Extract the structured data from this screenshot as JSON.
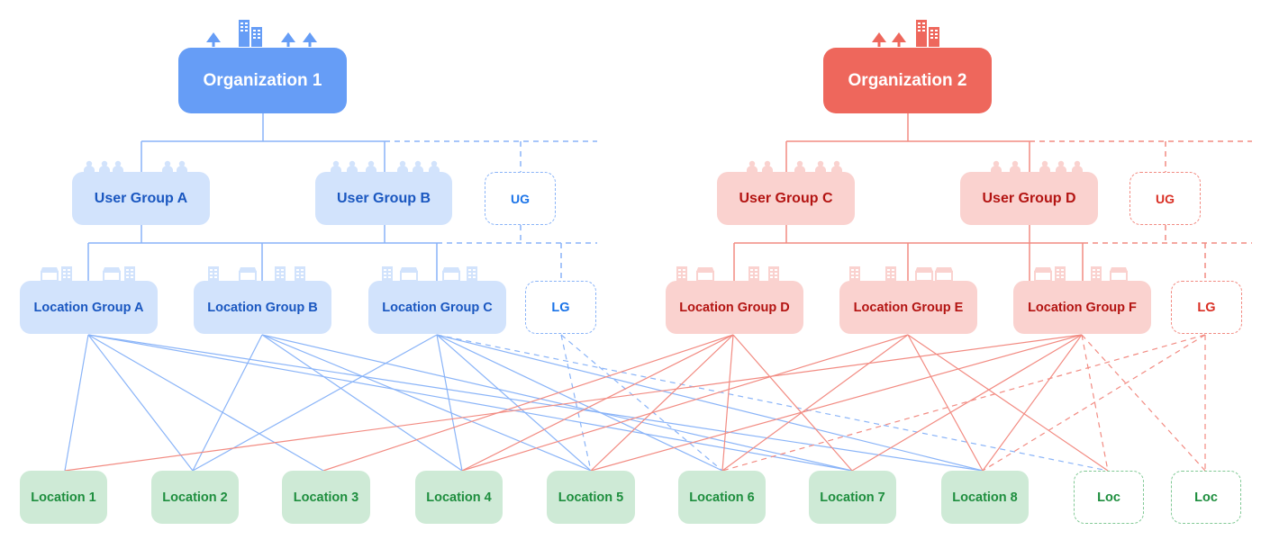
{
  "colors": {
    "org1": "#669df6",
    "org2": "#ee675c",
    "blue_line": "#8ab4f8",
    "red_line": "#f28b82",
    "location_fill": "#ceead6"
  },
  "organizations": [
    {
      "id": "org1",
      "label": "Organization 1"
    },
    {
      "id": "org2",
      "label": "Organization 2"
    }
  ],
  "user_groups": [
    {
      "id": "uga",
      "label": "User Group A"
    },
    {
      "id": "ugb",
      "label": "User Group B"
    },
    {
      "id": "ugx1",
      "label": "UG"
    },
    {
      "id": "ugc",
      "label": "User Group C"
    },
    {
      "id": "ugd",
      "label": "User Group D"
    },
    {
      "id": "ugx2",
      "label": "UG"
    }
  ],
  "location_groups": [
    {
      "id": "lga",
      "label": "Location Group A"
    },
    {
      "id": "lgb",
      "label": "Location Group B"
    },
    {
      "id": "lgc",
      "label": "Location Group C"
    },
    {
      "id": "lgx1",
      "label": "LG"
    },
    {
      "id": "lgd",
      "label": "Location Group D"
    },
    {
      "id": "lge",
      "label": "Location Group E"
    },
    {
      "id": "lgf",
      "label": "Location Group F"
    },
    {
      "id": "lgx2",
      "label": "LG"
    }
  ],
  "locations": [
    {
      "id": "l1",
      "label": "Location 1"
    },
    {
      "id": "l2",
      "label": "Location 2"
    },
    {
      "id": "l3",
      "label": "Location 3"
    },
    {
      "id": "l4",
      "label": "Location 4"
    },
    {
      "id": "l5",
      "label": "Location 5"
    },
    {
      "id": "l6",
      "label": "Location 6"
    },
    {
      "id": "l7",
      "label": "Location 7"
    },
    {
      "id": "l8",
      "label": "Location 8"
    },
    {
      "id": "lx1",
      "label": "Loc"
    },
    {
      "id": "lx2",
      "label": "Loc"
    }
  ],
  "edges": [
    {
      "from": "lga",
      "to": "l1",
      "org": "blue"
    },
    {
      "from": "lga",
      "to": "l2",
      "org": "blue"
    },
    {
      "from": "lga",
      "to": "l3",
      "org": "blue"
    },
    {
      "from": "lga",
      "to": "l7",
      "org": "blue"
    },
    {
      "from": "lga",
      "to": "l8",
      "org": "blue"
    },
    {
      "from": "lgb",
      "to": "l2",
      "org": "blue"
    },
    {
      "from": "lgb",
      "to": "l4",
      "org": "blue"
    },
    {
      "from": "lgb",
      "to": "l5",
      "org": "blue"
    },
    {
      "from": "lgb",
      "to": "l7",
      "org": "blue"
    },
    {
      "from": "lgc",
      "to": "l2",
      "org": "blue"
    },
    {
      "from": "lgc",
      "to": "l4",
      "org": "blue"
    },
    {
      "from": "lgc",
      "to": "l5",
      "org": "blue"
    },
    {
      "from": "lgc",
      "to": "l6",
      "org": "blue"
    },
    {
      "from": "lgc",
      "to": "l8",
      "org": "blue"
    },
    {
      "from": "lgc",
      "to": "lx1",
      "org": "blue",
      "dashed": true
    },
    {
      "from": "lgx1",
      "to": "l5",
      "org": "blue",
      "dashed": true
    },
    {
      "from": "lgx1",
      "to": "l6",
      "org": "blue",
      "dashed": true
    },
    {
      "from": "lgd",
      "to": "l3",
      "org": "red"
    },
    {
      "from": "lgd",
      "to": "l4",
      "org": "red"
    },
    {
      "from": "lgd",
      "to": "l5",
      "org": "red"
    },
    {
      "from": "lgd",
      "to": "l6",
      "org": "red"
    },
    {
      "from": "lgd",
      "to": "l7",
      "org": "red"
    },
    {
      "from": "lge",
      "to": "l4",
      "org": "red"
    },
    {
      "from": "lge",
      "to": "l6",
      "org": "red"
    },
    {
      "from": "lge",
      "to": "l8",
      "org": "red"
    },
    {
      "from": "lge",
      "to": "lx1",
      "org": "red"
    },
    {
      "from": "lgf",
      "to": "l1",
      "org": "red"
    },
    {
      "from": "lgf",
      "to": "l5",
      "org": "red"
    },
    {
      "from": "lgf",
      "to": "l7",
      "org": "red"
    },
    {
      "from": "lgf",
      "to": "l8",
      "org": "red"
    },
    {
      "from": "lgf",
      "to": "lx1",
      "org": "red",
      "dashed": true
    },
    {
      "from": "lgf",
      "to": "lx2",
      "org": "red",
      "dashed": true
    },
    {
      "from": "lgx2",
      "to": "l6",
      "org": "red",
      "dashed": true
    },
    {
      "from": "lgx2",
      "to": "l8",
      "org": "red",
      "dashed": true
    },
    {
      "from": "lgx2",
      "to": "lx2",
      "org": "red",
      "dashed": true
    }
  ]
}
